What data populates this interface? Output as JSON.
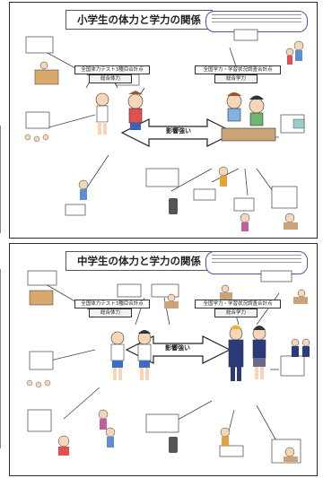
{
  "panels": [
    {
      "title": "小学生の体力と学力の関係",
      "left_main": "全国体力テスト3種目合計点",
      "left_sub": "総合体力",
      "right_main": "全国学力・学習状況調査合計点",
      "right_sub": "総合学力",
      "center": "影響強い"
    },
    {
      "title": "中学生の体力と学力の関係",
      "left_main": "全国体力テスト3種目合計点",
      "left_sub": "総合体力",
      "right_main": "全国学力・学習状況調査合計点",
      "right_sub": "総合学力",
      "center": "影響強い"
    }
  ]
}
